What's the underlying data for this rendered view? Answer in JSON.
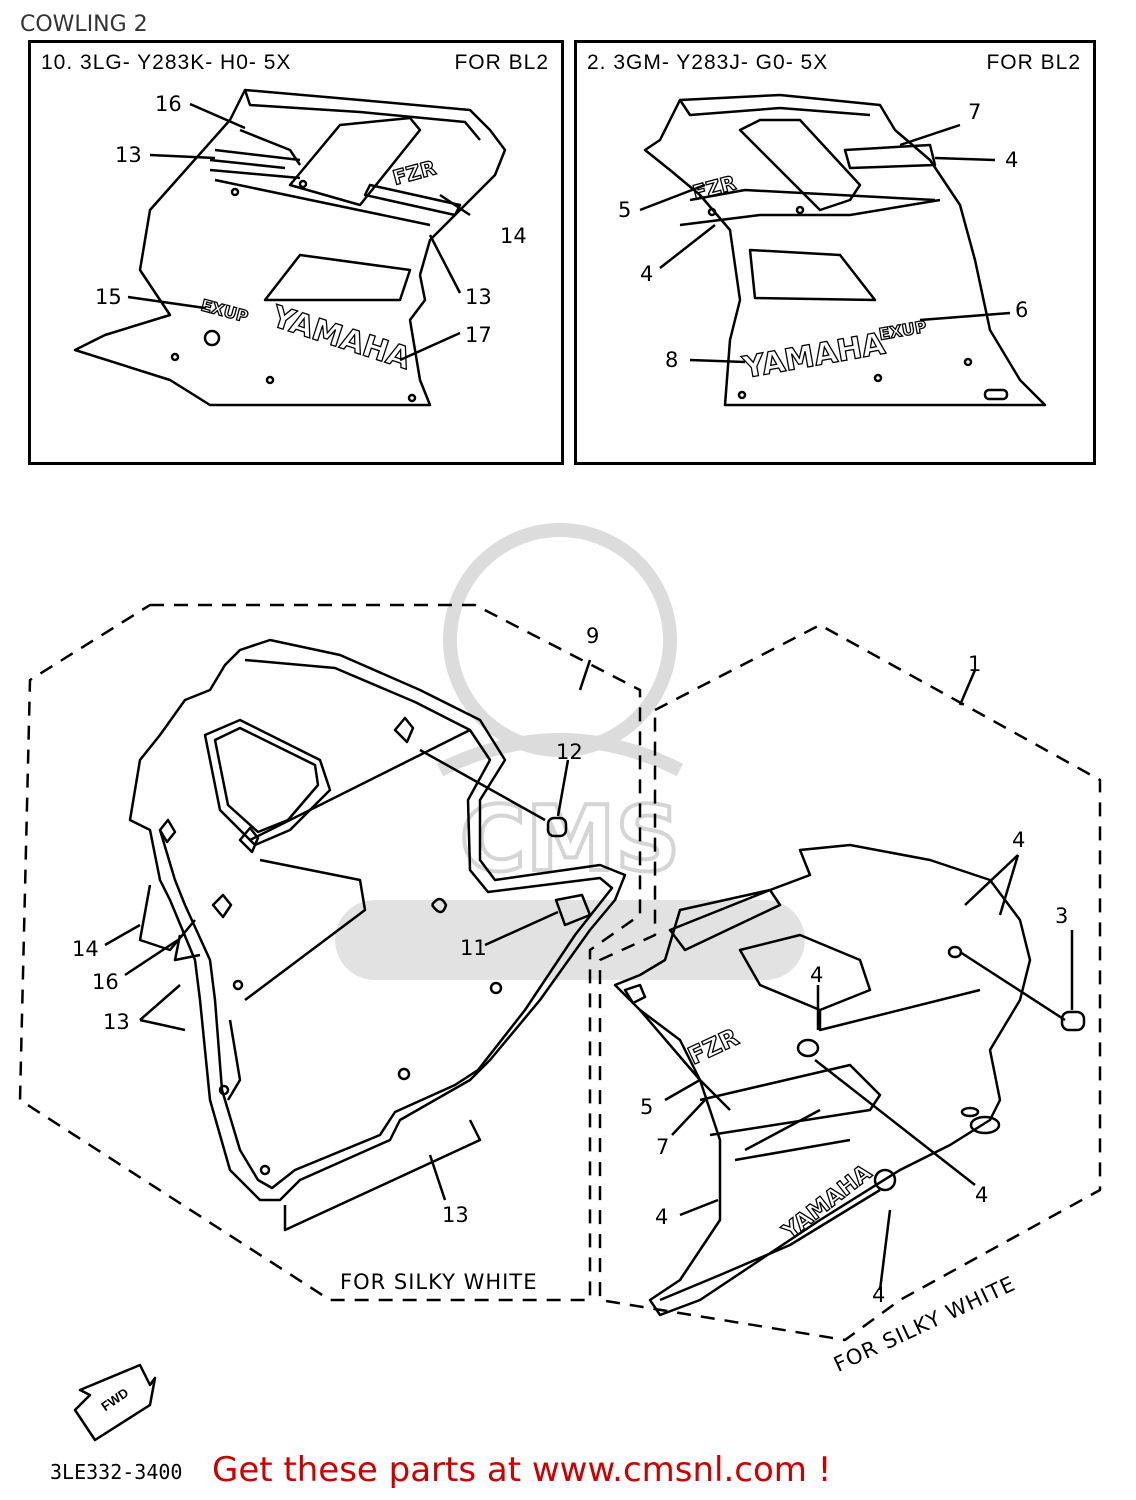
{
  "title": "COWLING 2",
  "panels": {
    "left": {
      "code": "10. 3LG- Y283K- H0- 5X",
      "tag": "FOR BL2"
    },
    "right": {
      "code": "2. 3GM- Y283J- G0- 5X",
      "tag": "FOR BL2"
    }
  },
  "callouts": {
    "left_panel": [
      "16",
      "13",
      "14",
      "13",
      "15",
      "17"
    ],
    "right_panel": [
      "7",
      "4",
      "5",
      "4",
      "6",
      "8"
    ],
    "main_left": [
      "9",
      "12",
      "11",
      "14",
      "16",
      "13",
      "13"
    ],
    "main_right": [
      "1",
      "4",
      "3",
      "4",
      "5",
      "7",
      "4",
      "4",
      "4"
    ]
  },
  "decal_text": {
    "brand": "YAMAHA",
    "model": "FZR",
    "exup": "EXUP"
  },
  "notes": {
    "silky_left": "FOR SILKY WHITE",
    "silky_right": "FOR SILKY WHITE",
    "fwd": "FWD"
  },
  "footer": {
    "ref": "3LE332-3400",
    "cta": "Get these parts at www.cmsnl.com !"
  },
  "colors": {
    "line": "#000000",
    "cta": "#cc0000",
    "watermark": "#d8d8d8"
  }
}
